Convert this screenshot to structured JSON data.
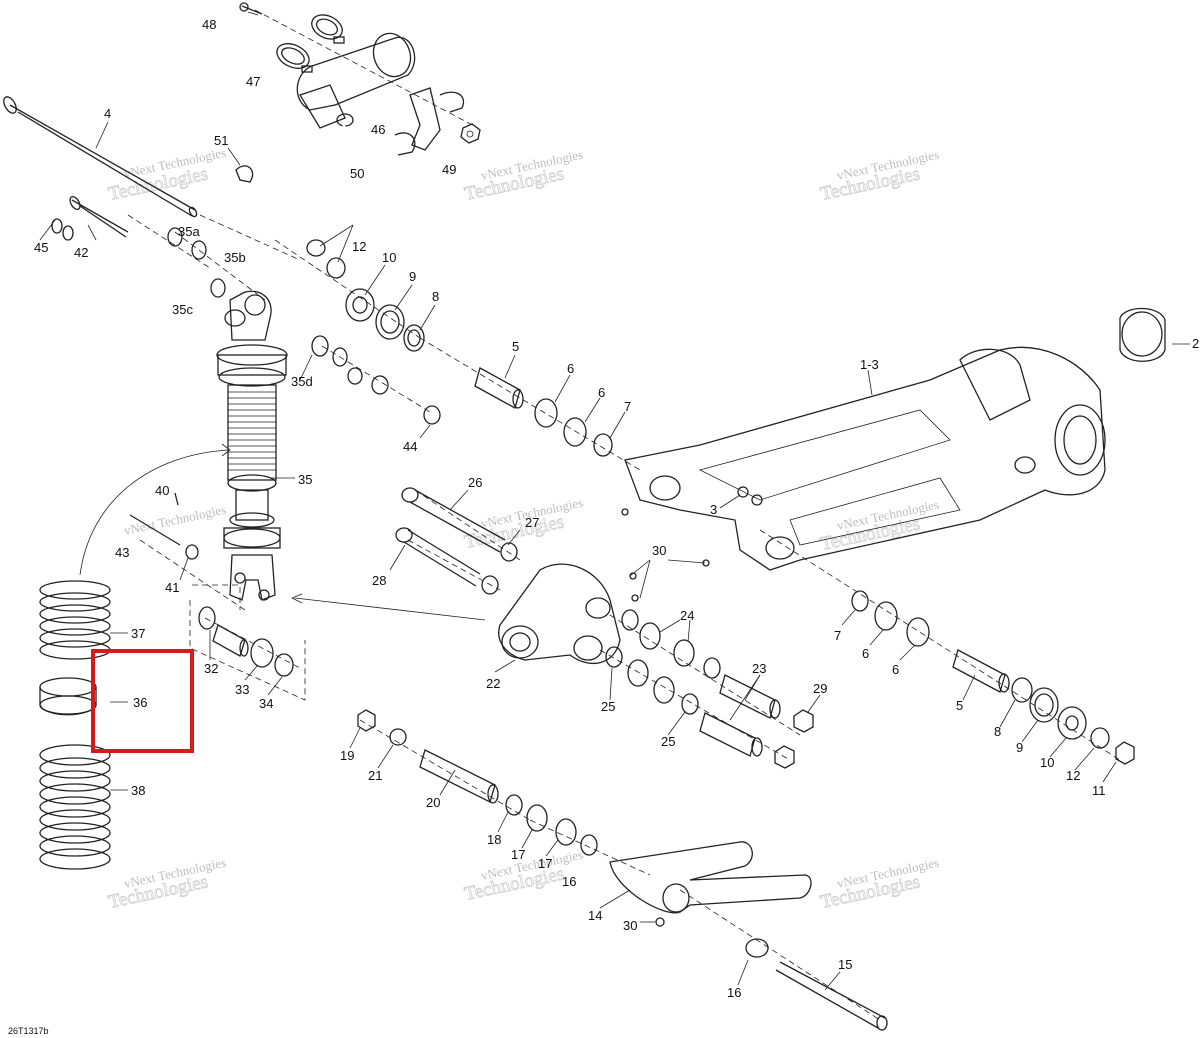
{
  "diagram": {
    "code": "26T1317b",
    "watermark_line1": "vNext Technologies",
    "watermark_line2": "Technologies",
    "highlight_color": "#d7191c",
    "labels": {
      "l48": "48",
      "l47": "47",
      "l46": "46",
      "l49": "49",
      "l50": "50",
      "l4": "4",
      "l51": "51",
      "l42": "42",
      "l45": "45",
      "l35a": "35a",
      "l35b": "35b",
      "l35c": "35c",
      "l35d": "35d",
      "l12": "12",
      "l10": "10",
      "l9": "9",
      "l8": "8",
      "l5": "5",
      "l6a": "6",
      "l6b": "6",
      "l7": "7",
      "l44": "44",
      "l35": "35",
      "l13": "1-3",
      "l2": "2",
      "l40": "40",
      "l43": "43",
      "l41": "41",
      "l26": "26",
      "l27": "27",
      "l28": "28",
      "l30a": "30",
      "l3": "3",
      "l37": "37",
      "l36": "36",
      "l32": "32",
      "l33": "33",
      "l34": "34",
      "l22": "22",
      "l24": "24",
      "l25a": "25",
      "l25b": "25",
      "l23": "23",
      "l29": "29",
      "l7b": "7",
      "l6c": "6",
      "l6d": "6",
      "l5b": "5",
      "l8b": "8",
      "l9b": "9",
      "l10b": "10",
      "l12b": "12",
      "l11": "11",
      "l38": "38",
      "l19": "19",
      "l21": "21",
      "l20": "20",
      "l18": "18",
      "l17a": "17",
      "l17b": "17",
      "l16a": "16",
      "l14": "14",
      "l30b": "30",
      "l16b": "16",
      "l15": "15"
    }
  }
}
